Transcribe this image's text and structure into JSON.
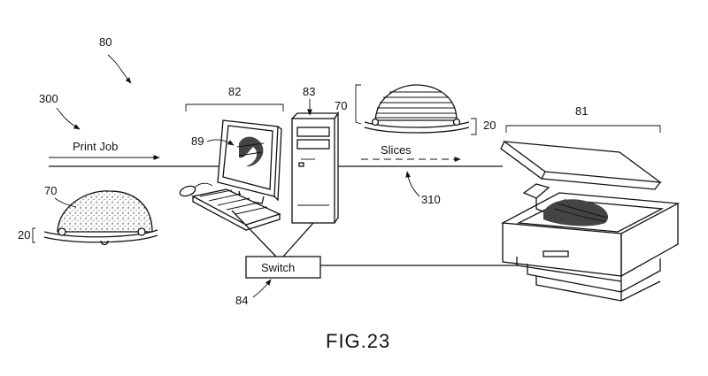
{
  "figure": {
    "caption": "FIG.23"
  },
  "labels": {
    "system": "80",
    "print_job_ref": "300",
    "print_job": "Print Job",
    "computer_group": "82",
    "tower": "83",
    "monitor_image": "89",
    "object_left": "70",
    "base_left": "20",
    "object_right": "70",
    "base_right": "20",
    "slices": "Slices",
    "slices_ref": "310",
    "printer": "81",
    "switch": "Switch",
    "switch_ref": "84"
  }
}
